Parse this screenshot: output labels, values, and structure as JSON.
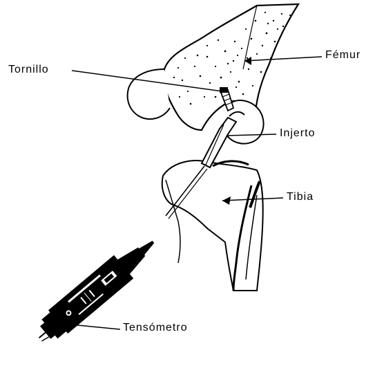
{
  "labels": {
    "tornillo": "Tornillo",
    "femur": "Fémur",
    "injerto": "Injerto",
    "tibia": "Tibia",
    "tensometro": "Tensómetro"
  },
  "colors": {
    "ink": "#000000",
    "paper": "#ffffff"
  }
}
